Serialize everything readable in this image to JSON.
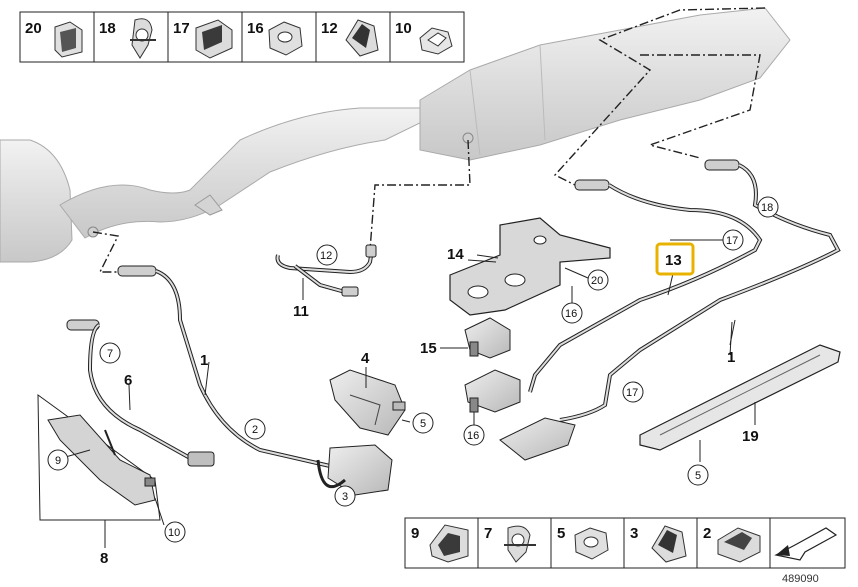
{
  "legend_top": [
    {
      "num": "20",
      "icon": "clip-icon"
    },
    {
      "num": "18",
      "icon": "clamp-icon"
    },
    {
      "num": "17",
      "icon": "cable-holder-icon"
    },
    {
      "num": "16",
      "icon": "hex-nut-icon"
    },
    {
      "num": "12",
      "icon": "cable-clip-icon"
    },
    {
      "num": "10",
      "icon": "spring-nut-icon"
    }
  ],
  "legend_bottom": [
    {
      "num": "9",
      "icon": "bracket-clip-icon"
    },
    {
      "num": "7",
      "icon": "clamp-icon"
    },
    {
      "num": "5",
      "icon": "hex-nut-icon"
    },
    {
      "num": "3",
      "icon": "cable-clip-icon"
    },
    {
      "num": "2",
      "icon": "cable-holder-icon"
    }
  ],
  "callouts": {
    "c1a": "1",
    "c1b": "1",
    "c4": "4",
    "c6": "6",
    "c8": "8",
    "c11": "11",
    "c13": "13",
    "c14": "14",
    "c15": "15",
    "c19": "19",
    "r2": "2",
    "r3": "3",
    "r5a": "5",
    "r5b": "5",
    "r7": "7",
    "r9": "9",
    "r10": "10",
    "r12": "12",
    "r16a": "16",
    "r16b": "16",
    "r17a": "17",
    "r17b": "17",
    "r18": "18",
    "r20": "20"
  },
  "catalog_number": "489090",
  "colors": {
    "highlight": "#e8b300",
    "part_fill": "#e6e6e6",
    "line": "#222222"
  }
}
